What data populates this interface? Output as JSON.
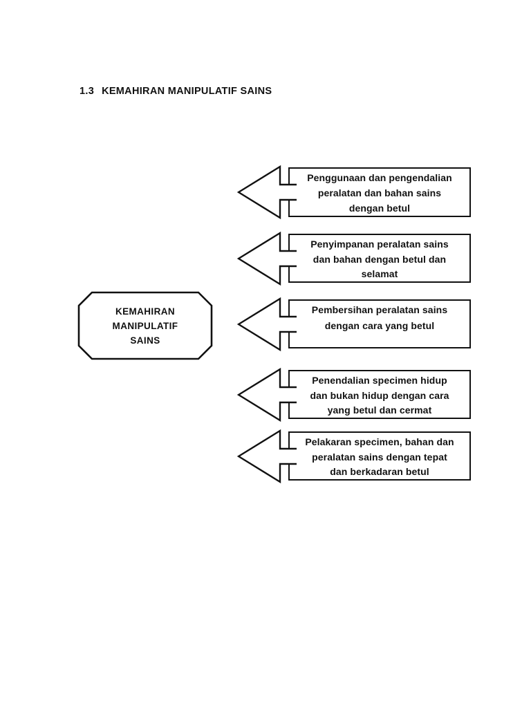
{
  "colors": {
    "ink": "#111111",
    "background": "#ffffff"
  },
  "heading": {
    "number": "1.3",
    "title": "KEMAHIRAN MANIPULATIF SAINS"
  },
  "center_node": {
    "line1": "KEMAHIRAN",
    "line2": "MANIPULATIF",
    "line3": "SAINS"
  },
  "arrow_items": [
    {
      "lines": [
        "Penggunaan dan pengendalian",
        "peralatan dan bahan sains",
        "dengan betul"
      ]
    },
    {
      "lines": [
        "Penyimpanan peralatan sains",
        "dan bahan dengan betul dan",
        "selamat"
      ]
    },
    {
      "lines": [
        "Pembersihan peralatan sains",
        "dengan cara yang betul"
      ]
    },
    {
      "lines": [
        "Penendalian specimen hidup",
        "dan bukan hidup dengan cara",
        "yang betul dan cermat"
      ]
    },
    {
      "lines": [
        "Pelakaran specimen, bahan dan",
        "peralatan sains dengan tepat",
        "dan berkadaran betul"
      ]
    }
  ]
}
